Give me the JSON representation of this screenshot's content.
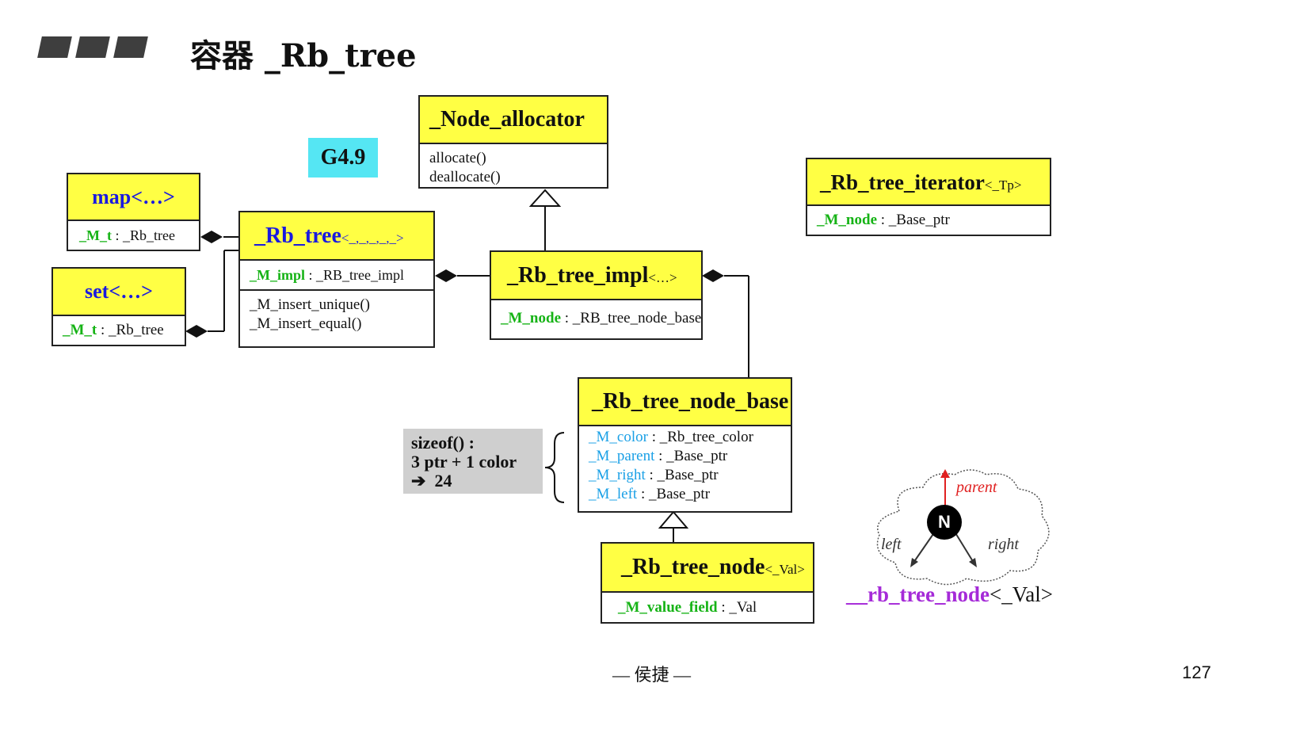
{
  "header": {
    "title": "容器 _Rb_tree"
  },
  "badge": "G4.9",
  "classes": {
    "node_allocator": {
      "name": "_Node_allocator",
      "methods": [
        "allocate()",
        "deallocate()"
      ]
    },
    "map": {
      "name": "map<…>",
      "field_name": "_M_t",
      "field_type": ": _Rb_tree"
    },
    "set": {
      "name": "set<…>",
      "field_name": "_M_t",
      "field_type": ": _Rb_tree"
    },
    "rb_tree": {
      "name": "_Rb_tree",
      "tparams": "<_,_,_,_,_>",
      "field_name": "_M_impl",
      "field_type": ": _RB_tree_impl",
      "methods": [
        "_M_insert_unique()",
        "_M_insert_equal()"
      ]
    },
    "rb_tree_impl": {
      "name": "_Rb_tree_impl",
      "tparams": "<…>",
      "field_name": "_M_node",
      "field_type": ": _RB_tree_node_base"
    },
    "rb_tree_iterator": {
      "name": "_Rb_tree_iterator",
      "tparams": "<_Tp>",
      "field_name": "_M_node",
      "field_type": ": _Base_ptr"
    },
    "rb_tree_node_base": {
      "name": "_Rb_tree_node_base",
      "fields": [
        {
          "name": "_M_color",
          "type": ": _Rb_tree_color"
        },
        {
          "name": "_M_parent",
          "type": ": _Base_ptr"
        },
        {
          "name": "_M_right",
          "type": ": _Base_ptr"
        },
        {
          "name": "_M_left",
          "type": ": _Base_ptr"
        }
      ]
    },
    "rb_tree_node": {
      "name": "_Rb_tree_node",
      "tparams": "<_Val>",
      "field_name": "_M_value_field",
      "field_type": ": _Val"
    }
  },
  "sizeof_note": {
    "line1": "sizeof() :",
    "line2": "3 ptr + 1 color",
    "arrow": "➔",
    "result": "24"
  },
  "node_figure": {
    "node_letter": "N",
    "parent": "parent",
    "left": "left",
    "right": "right",
    "caption_name": "__rb_tree_node",
    "caption_tparam": "<_Val>"
  },
  "footer": {
    "author": "— 侯捷 —",
    "page": "127"
  },
  "colors": {
    "header_fill": "#ffff44",
    "badge": "#55e6f3",
    "member_green": "#16b316",
    "class_blue": "#1a1ae0",
    "field_cyan": "#1aa0e6",
    "caption_purple": "#a52ad8",
    "parent_red": "#e02020"
  }
}
